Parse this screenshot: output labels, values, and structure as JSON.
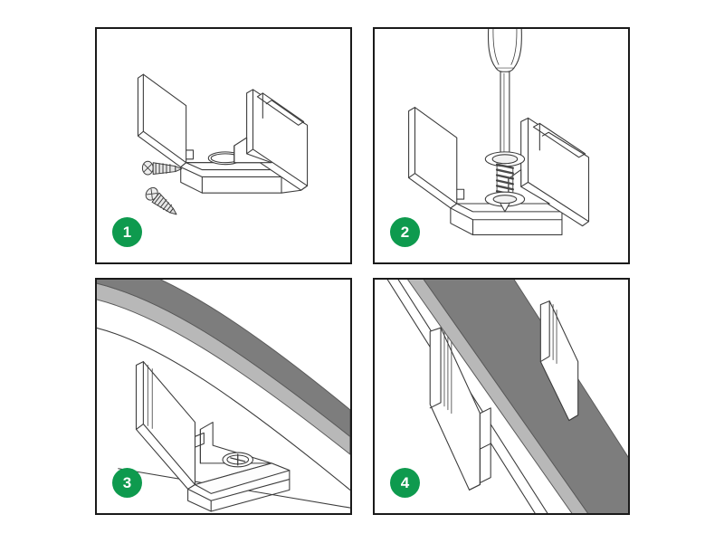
{
  "document": {
    "type": "installation-instruction-diagram",
    "title": "LED Channel Mounting Bracket Installation",
    "background_color": "#ffffff",
    "panel_border_color": "#1a1a1a",
    "badge_color": "#0e9a4e",
    "badge_text_color": "#ffffff",
    "line_color": "#3c3c3c",
    "profile_gray_dark": "#7d7d7d",
    "profile_gray_light": "#b8b8b8",
    "panel_count": 4,
    "layout": "2x2 grid"
  },
  "panels": [
    {
      "id": "panel-1",
      "step_number": "1",
      "alt": "U-shaped aluminium mounting bracket shown in isometric view with two mounting screws lying beside it",
      "objects": [
        "mounting-bracket",
        "screw",
        "screw",
        "center-hole"
      ]
    },
    {
      "id": "panel-2",
      "step_number": "2",
      "alt": "Phillips screwdriver driving a screw down through the central hole of the mounting bracket",
      "objects": [
        "screwdriver",
        "screw",
        "mounting-bracket",
        "center-hole"
      ]
    },
    {
      "id": "panel-3",
      "step_number": "3",
      "alt": "Bracket fastened to a mounting surface with the screw head visible, curved LED channel profile shown above",
      "objects": [
        "mounting-bracket",
        "screw-head",
        "led-profile-curved",
        "mounting-surface"
      ]
    },
    {
      "id": "panel-4",
      "step_number": "4",
      "alt": "LED channel profile clipped into two installed brackets along a straight run",
      "objects": [
        "led-profile-straight",
        "mounting-bracket",
        "mounting-bracket"
      ]
    }
  ]
}
